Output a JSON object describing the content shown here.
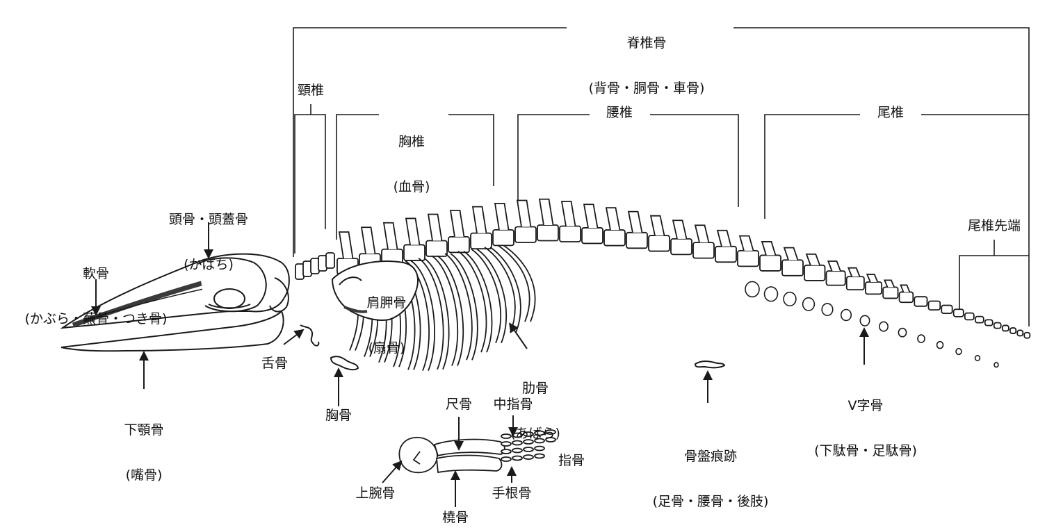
{
  "diagram": {
    "labels": {
      "vertebrae": {
        "main": "脊椎骨",
        "sub": "(背骨・胴骨・車骨)"
      },
      "cervical": "頸椎",
      "thoracic": {
        "main": "胸椎",
        "sub": "(血骨)"
      },
      "lumbar": "腰椎",
      "caudal": "尾椎",
      "caudal_tip": "尾椎先端",
      "skull": {
        "main": "頭骨・頭蓋骨",
        "sub": "(かばち)"
      },
      "cartilage": {
        "main": "軟骨",
        "sub": "(かぶら・蕪骨・つき骨)"
      },
      "scapula": {
        "main": "肩胛骨",
        "sub": "(扇骨)"
      },
      "ribs": {
        "main": "肋骨",
        "sub": "(あばら)"
      },
      "hyoid": "舌骨",
      "mandible": {
        "main": "下顎骨",
        "sub": "(嘴骨)"
      },
      "sternum": "胸骨",
      "chevron": {
        "main": "V字骨",
        "sub": "(下駄骨・足駄骨)"
      },
      "pelvis": {
        "main": "骨盤痕跡",
        "sub": "(足骨・腰骨・後肢)"
      },
      "ulna": "尺骨",
      "middle_finger": "中指骨",
      "phalanges": "指骨",
      "humerus": "上腕骨",
      "radius": "橈骨",
      "carpal": "手根骨"
    },
    "colors": {
      "line": "#1a1a1a",
      "fill": "#ffffff",
      "shade": "#3a3a3a"
    }
  }
}
